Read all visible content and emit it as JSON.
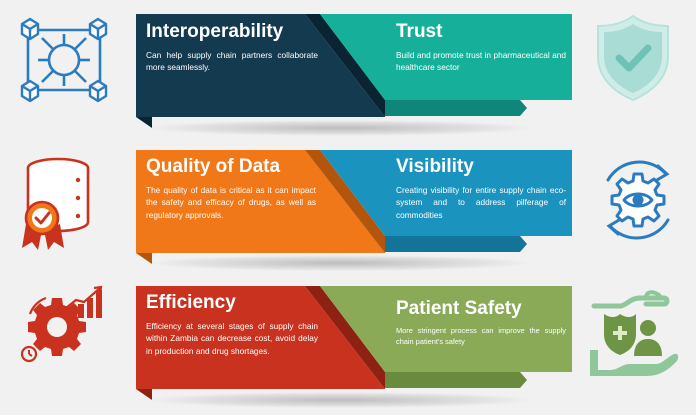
{
  "colors": {
    "interoperability": "#143a4f",
    "trust": "#16b09a",
    "quality_of_data": "#f07818",
    "visibility": "#1a93bf",
    "efficiency": "#c8321e",
    "patient_safety": "#8aaa58",
    "icon_blue": "#2b7bbf",
    "icon_red": "#c8321e",
    "icon_green": "#6e9446",
    "icon_teal": "#9fd8d0"
  },
  "icons": {
    "row1_left": "network-icon",
    "row1_right": "shield-check-icon",
    "row2_left": "database-badge-icon",
    "row2_right": "eye-gear-icon",
    "row3_left": "gear-chart-icon",
    "row3_right": "hand-shield-person-icon"
  },
  "rows": [
    {
      "left": {
        "title": "Interoperability",
        "text": "Can help supply chain partners collaborate more seamlessly."
      },
      "right": {
        "title": "Trust",
        "text": "Build and promote trust in pharmaceutical and healthcare sector"
      }
    },
    {
      "left": {
        "title": "Quality of Data",
        "text": "The quality of data is critical as it can impact the safety and efficacy of drugs, as well as regulatory approvals."
      },
      "right": {
        "title": "Visibility",
        "text": "Creating visibility for entire supply chain eco-system and to address pilferage of commodities"
      }
    },
    {
      "left": {
        "title": "Efficiency",
        "text": "Efficiency at several stages of supply chain within Zambia can decrease cost, avoid delay in production and drug shortages."
      },
      "right": {
        "title": "Patient Safety",
        "text": "More stringent process can improve the supply chain patient's safety"
      }
    }
  ]
}
